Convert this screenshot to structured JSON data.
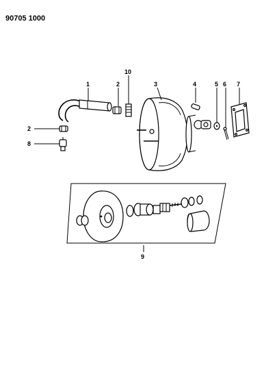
{
  "header": {
    "doc_number": "90705 1000"
  },
  "callouts": {
    "c1": "1",
    "c2a": "2",
    "c2b": "2",
    "c3": "3",
    "c4": "4",
    "c5": "5",
    "c6": "6",
    "c7": "7",
    "c8": "8",
    "c9": "9",
    "c10": "10"
  }
}
